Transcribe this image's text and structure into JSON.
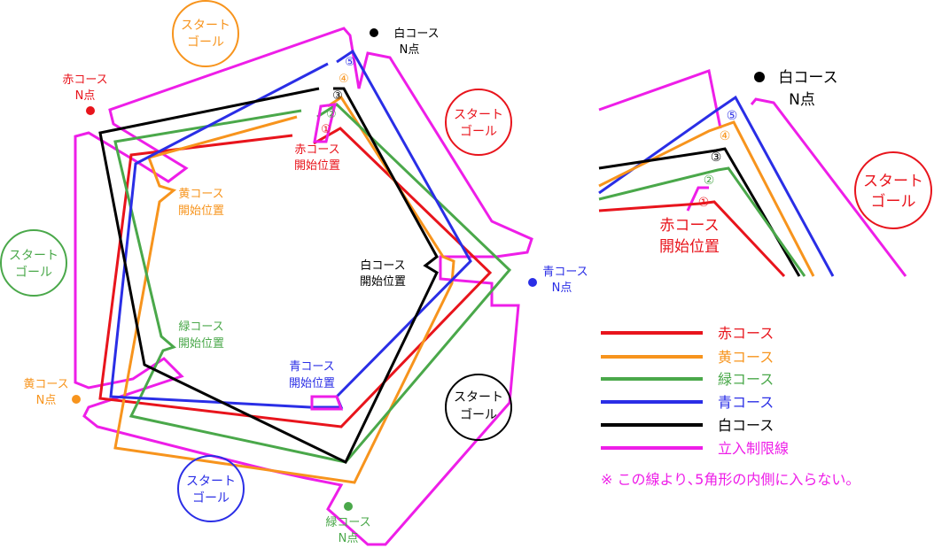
{
  "colors": {
    "red": "#e8141c",
    "orange": "#f7941d",
    "green": "#4aa84a",
    "blue": "#2a2ee6",
    "black": "#000000",
    "magenta": "#ee1ee8"
  },
  "start_goal": {
    "line1": "スタート",
    "line2": "ゴール"
  },
  "n_points": {
    "white": {
      "line1": "白コース",
      "line2": "N点"
    },
    "red": {
      "line1": "赤コース",
      "line2": "N点"
    },
    "blue": {
      "line1": "青コース",
      "line2": "N点"
    },
    "yellow": {
      "line1": "黄コース",
      "line2": "N点"
    },
    "green": {
      "line1": "緑コース",
      "line2": "N点"
    }
  },
  "start_positions": {
    "red": {
      "line1": "赤コース",
      "line2": "開始位置"
    },
    "yellow": {
      "line1": "黄コース",
      "line2": "開始位置"
    },
    "white": {
      "line1": "白コース",
      "line2": "開始位置"
    },
    "green": {
      "line1": "緑コース",
      "line2": "開始位置"
    },
    "blue": {
      "line1": "青コース",
      "line2": "開始位置"
    }
  },
  "numbers": [
    "①",
    "②",
    "③",
    "④",
    "⑤"
  ],
  "zoom": {
    "n_point": {
      "line1": "白コース",
      "line2": "N点"
    },
    "start_pos": {
      "line1": "赤コース",
      "line2": "開始位置"
    }
  },
  "legend": [
    {
      "label": "赤コース",
      "color": "#e8141c"
    },
    {
      "label": "黄コース",
      "color": "#f7941d"
    },
    {
      "label": "緑コース",
      "color": "#4aa84a"
    },
    {
      "label": "青コース",
      "color": "#2a2ee6"
    },
    {
      "label": "白コース",
      "color": "#000000"
    },
    {
      "label": "立入制限線",
      "color": "#ee1ee8"
    }
  ],
  "note": "※ この線より､5角形の内側に入らない。"
}
